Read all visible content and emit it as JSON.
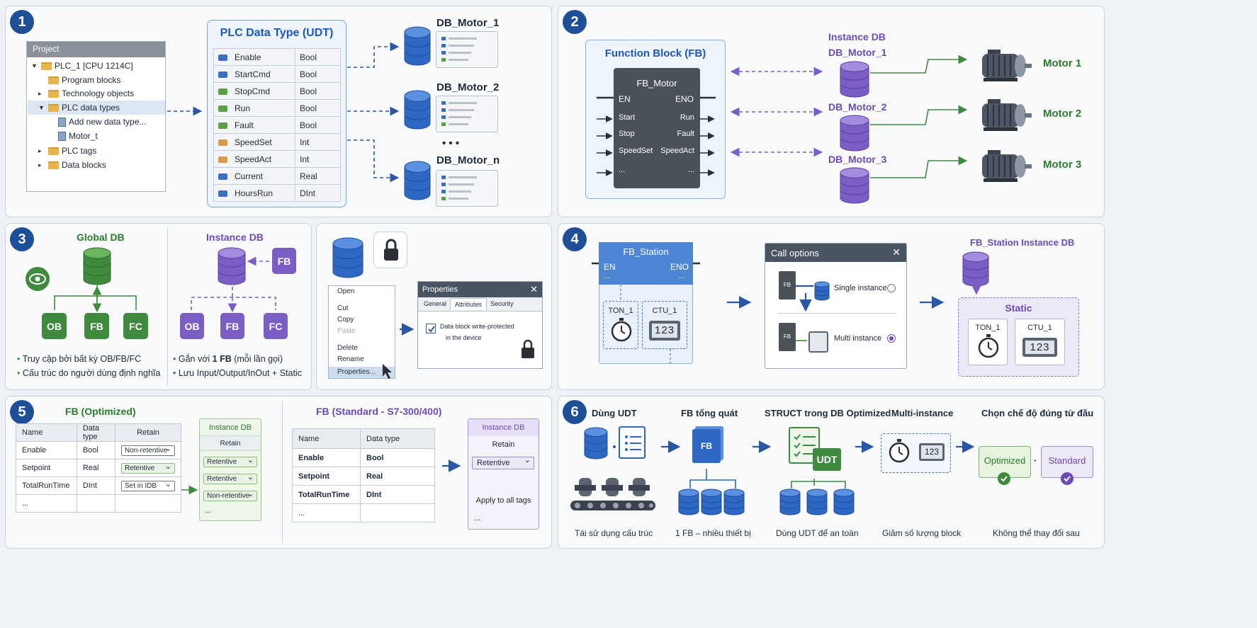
{
  "p1": {
    "num": "1",
    "tree": {
      "header": "Project",
      "items": [
        "PLC_1 [CPU 1214C]",
        "Program blocks",
        "Technology objects",
        "PLC data types",
        "Add new data type...",
        "Motor_t",
        "PLC tags",
        "Data blocks"
      ]
    },
    "udt": {
      "title": "PLC Data Type (UDT)",
      "rows": [
        {
          "name": "Enable",
          "type": "Bool"
        },
        {
          "name": "StartCmd",
          "type": "Bool"
        },
        {
          "name": "StopCmd",
          "type": "Bool"
        },
        {
          "name": "Run",
          "type": "Bool"
        },
        {
          "name": "Fault",
          "type": "Bool"
        },
        {
          "name": "SpeedSet",
          "type": "Int"
        },
        {
          "name": "SpeedAct",
          "type": "Int"
        },
        {
          "name": "Current",
          "type": "Real"
        },
        {
          "name": "HoursRun",
          "type": "DInt"
        }
      ]
    },
    "dbs": [
      "DB_Motor_1",
      "DB_Motor_2",
      "DB_Motor_n"
    ],
    "ellipsis": "• • •"
  },
  "p2": {
    "num": "2",
    "fb_title": "Function Block (FB)",
    "fb_name": "FB_Motor",
    "en": "EN",
    "eno": "ENO",
    "inputs": [
      "Start",
      "Stop",
      "SpeedSet",
      "..."
    ],
    "outputs": [
      "Run",
      "Fault",
      "SpeedAct",
      "..."
    ],
    "instance_title": "Instance DB",
    "instances": [
      "DB_Motor_1",
      "DB_Motor_2",
      "DB_Motor_3"
    ],
    "motors": [
      "Motor 1",
      "Motor 2",
      "Motor 3"
    ]
  },
  "p3": {
    "num": "3",
    "global_title": "Global DB",
    "instance_title": "Instance DB",
    "fb": "FB",
    "blocks": [
      "OB",
      "FB",
      "FC"
    ],
    "global_bullets": [
      "Truy cập bởi bất kỳ OB/FB/FC",
      "Cấu trúc do người dùng định nghĩa"
    ],
    "instance_bullet1_pre": "Gắn với ",
    "instance_bullet1_bold": "1 FB",
    "instance_bullet1_post": " (mỗi lần gọi)",
    "instance_bullet2": "Lưu Input/Output/InOut + Static",
    "menu": [
      "Open",
      "Cut",
      "Copy",
      "Paste",
      "Delete",
      "Rename",
      "Properties..."
    ],
    "props": {
      "title": "Properties",
      "tabs": [
        "General",
        "Attributes",
        "Security"
      ],
      "checkbox_line1": "Data block write-protected",
      "checkbox_line2": "in the device"
    }
  },
  "p4": {
    "num": "4",
    "fb_name": "FB_Station",
    "en": "EN",
    "eno": "ENO",
    "ellipsis": "...",
    "ton": "TON_1",
    "ctu": "CTU_1",
    "counter": "123",
    "call": {
      "title": "Call options",
      "fb": "FB",
      "single": "Single instance",
      "multi": "Multi instance"
    },
    "instance_title": "FB_Station Instance DB",
    "static": "Static"
  },
  "p5": {
    "num": "5",
    "opt_title": "FB (Optimized)",
    "opt_headers": [
      "Name",
      "Data type",
      "Retain"
    ],
    "opt_rows": [
      {
        "name": "Enable",
        "type": "Bool",
        "retain": "Non-retentive"
      },
      {
        "name": "Setpoint",
        "type": "Real",
        "retain": "Retentive"
      },
      {
        "name": "TotalRunTime",
        "type": "DInt",
        "retain": "Set in IDB"
      }
    ],
    "ellipsis": "...",
    "idb_title": "Instance DB",
    "idb_header": "Retain",
    "idb_rows": [
      "Retentive",
      "Retentive",
      "Non-retentive"
    ],
    "std_title": "FB (Standard - S7-300/400)",
    "std_headers": [
      "Name",
      "Data type"
    ],
    "std_rows": [
      {
        "name": "Enable",
        "type": "Bool"
      },
      {
        "name": "Setpoint",
        "type": "Real"
      },
      {
        "name": "TotalRunTime",
        "type": "DInt"
      }
    ],
    "std_idb_title": "Instance DB",
    "std_idb_header": "Retain",
    "std_idb_value": "Retentive",
    "apply": "Apply to all tags"
  },
  "p6": {
    "num": "6",
    "titles": [
      "Dùng UDT",
      "FB tổng quát",
      "STRUCT trong DB Optimized",
      "Multi-instance",
      "Chọn chế độ đúng từ đầu"
    ],
    "captions": [
      "Tái sử dụng cấu trúc",
      "1 FB – nhiều thiết bị",
      "Dùng UDT để an toàn",
      "Giảm số lượng block",
      "Không thể thay đổi sau"
    ],
    "fb": "FB",
    "udt": "UDT",
    "counter": "123",
    "optimized": "Optimized",
    "standard": "Standard"
  },
  "colors": {
    "blue": "#1f57b8",
    "purple": "#6d4bb5",
    "green": "#2d7a2d",
    "badge": "#1f4f96"
  }
}
